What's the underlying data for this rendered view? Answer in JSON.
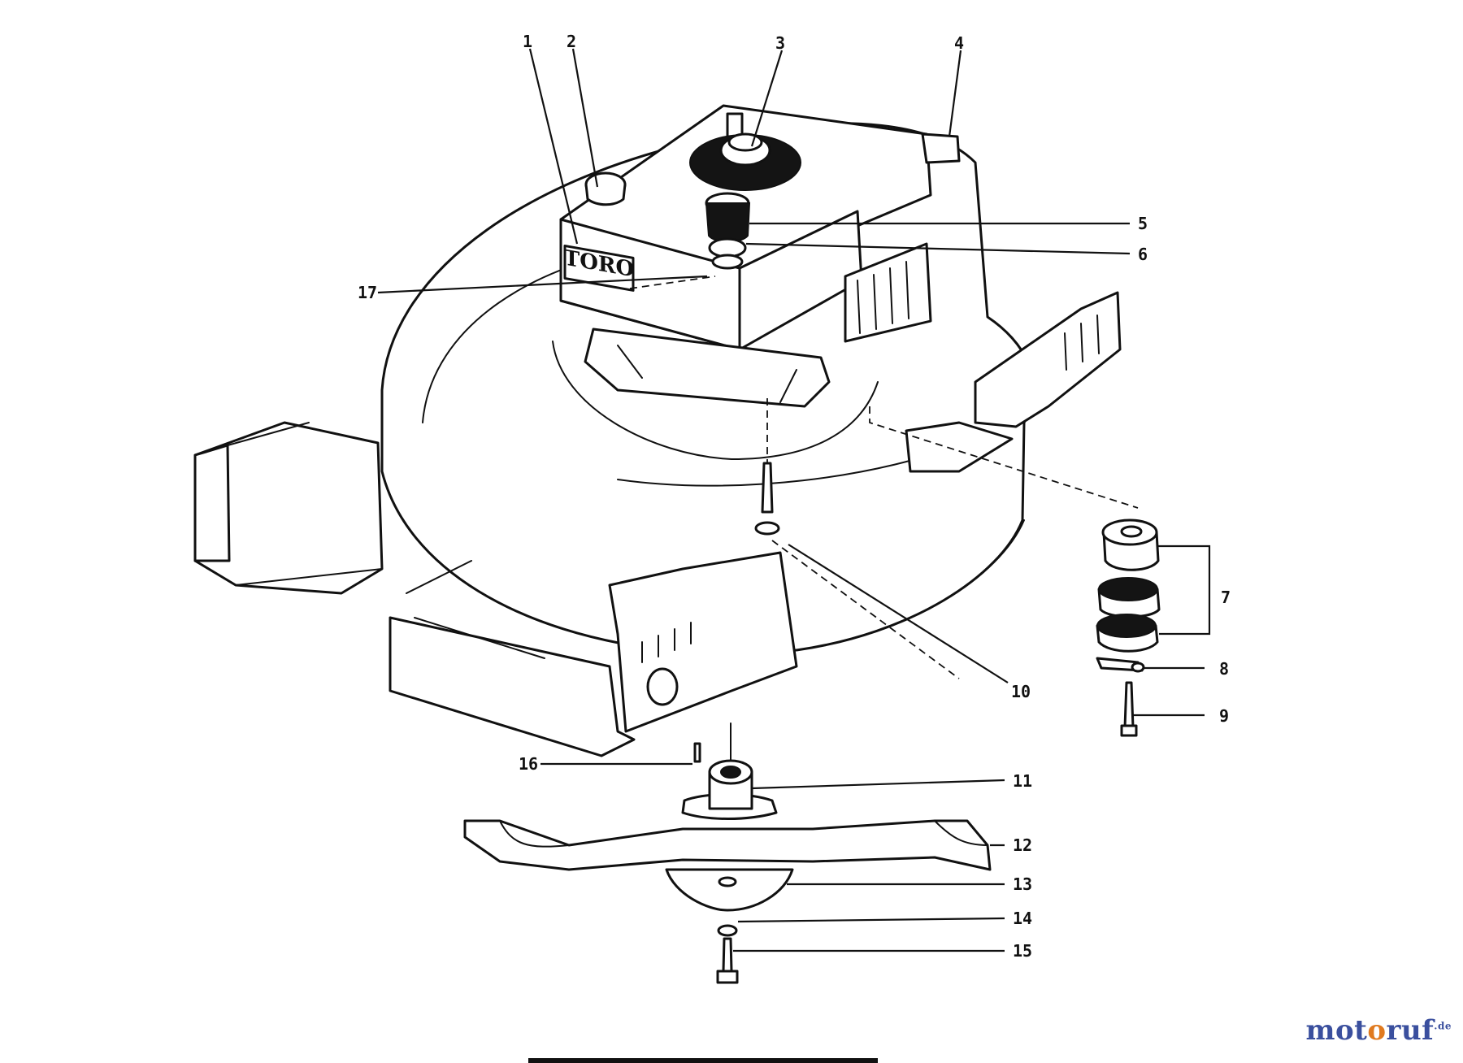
{
  "diagram": {
    "engine_brand": "TORO",
    "callouts": [
      "1",
      "2",
      "3",
      "4",
      "5",
      "6",
      "7",
      "8",
      "9",
      "10",
      "11",
      "12",
      "13",
      "14",
      "15",
      "16",
      "17"
    ]
  },
  "watermark": {
    "part1": "mot",
    "part2": "o",
    "part3": "ruf",
    "suffix": ".de"
  },
  "colors": {
    "line": "#111111",
    "watermark_blue": "#3a4f9e",
    "watermark_orange": "#e07a1f"
  }
}
